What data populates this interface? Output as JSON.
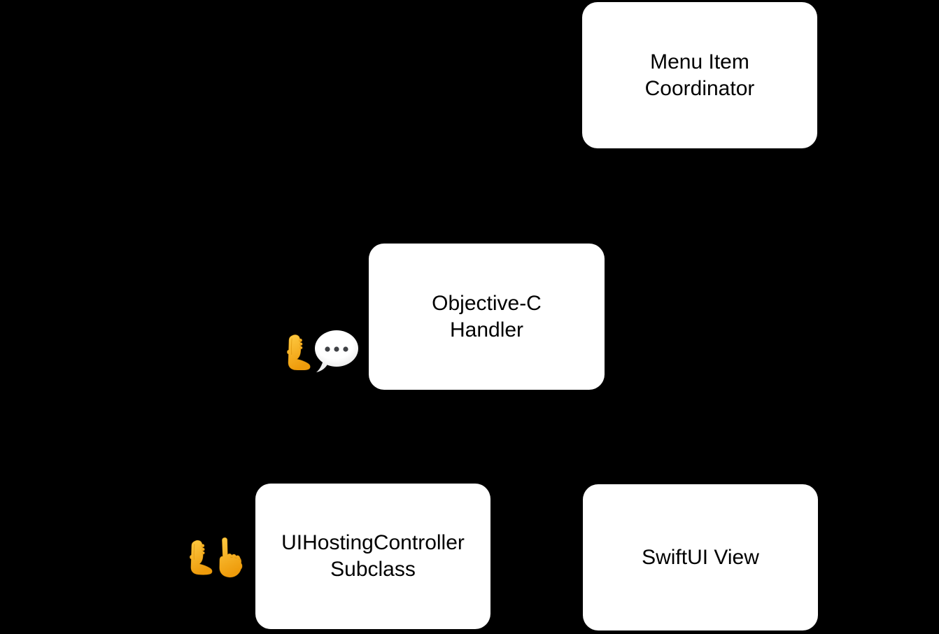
{
  "page": {
    "background": "#000000"
  },
  "diagram": {
    "colors": {
      "background": "#000000",
      "node_fill": "#ffffff",
      "node_text": "#000000",
      "emoji_yellow_light": "#fecb44",
      "emoji_yellow_dark": "#ee9b0b",
      "emoji_outline": "#d98e06",
      "bubble_fill_center": "#ffffff",
      "bubble_fill_edge": "#e2e2e2",
      "bubble_tail": "#ededed",
      "bubble_dots": "#3f4145"
    },
    "nodes": [
      {
        "id": "menu-item-coordinator",
        "line1": "Menu Item",
        "line2": "Coordinator"
      },
      {
        "id": "objective-c-handler",
        "line1": "Objective-C",
        "line2": "Handler"
      },
      {
        "id": "uihostingcontroller-subclass",
        "line1": "UIHostingController",
        "line2": "Subclass"
      },
      {
        "id": "swiftui-view",
        "line1": "SwiftUI View"
      }
    ],
    "annotations": [
      {
        "id": "handler-annotation",
        "icons": [
          {
            "name": "bent-hand-emoji"
          },
          {
            "name": "speech-balloon-emoji"
          }
        ]
      },
      {
        "id": "subclass-annotation",
        "icons": [
          {
            "name": "bent-hand-emoji"
          },
          {
            "name": "index-pointing-up-emoji"
          }
        ]
      }
    ]
  }
}
